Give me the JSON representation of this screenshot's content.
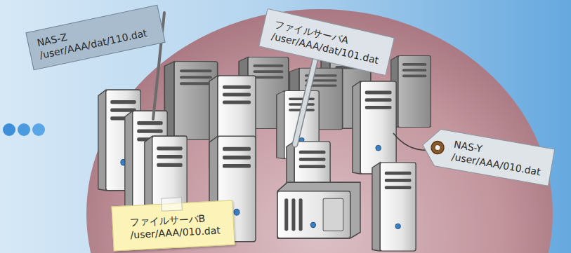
{
  "diagram": {
    "nodes": [
      {
        "text": [
          "NAS-Z",
          "/user/AAA/dat/110.dat"
        ]
      },
      {
        "text": [
          "ファイルサーバA",
          "/user/AAA/dat/101.dat"
        ]
      },
      {
        "text": [
          "NAS-Y",
          "/user/AAA/010.dat"
        ]
      },
      {
        "text": [
          "ファイルサーバB",
          "/user/AAA/010.dat"
        ]
      }
    ]
  }
}
